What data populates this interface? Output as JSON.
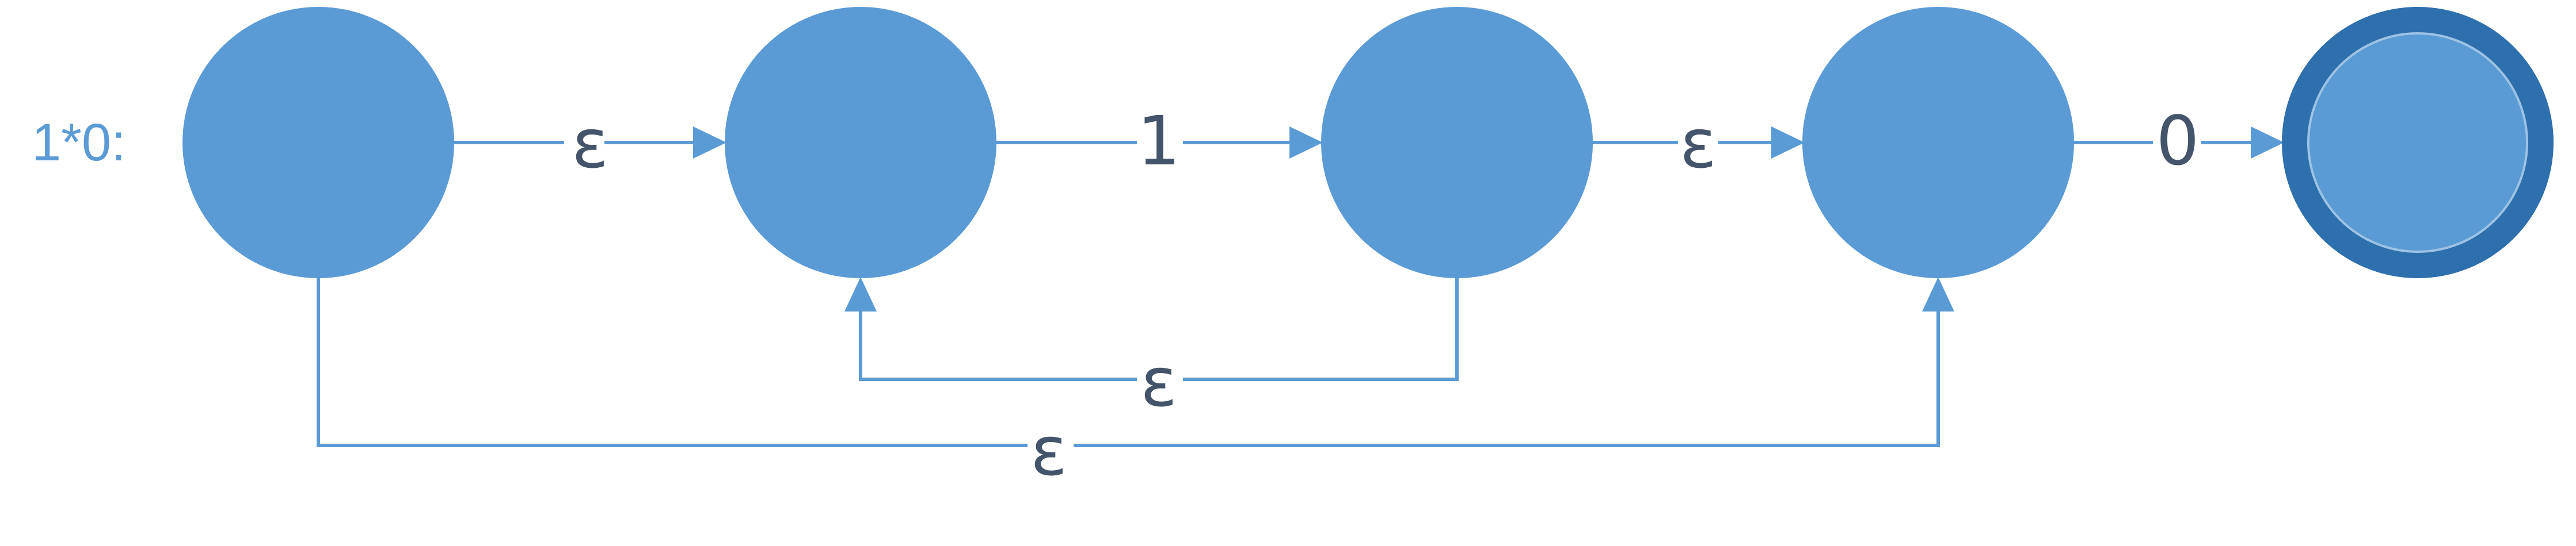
{
  "diagram": {
    "regex_label": "1*0:",
    "states": [
      {
        "id": "s0",
        "final": false
      },
      {
        "id": "s1",
        "final": false
      },
      {
        "id": "s2",
        "final": false
      },
      {
        "id": "s3",
        "final": false
      },
      {
        "id": "s4",
        "final": true
      }
    ],
    "transitions": [
      {
        "from": "s0",
        "to": "s1",
        "label": "ε"
      },
      {
        "from": "s1",
        "to": "s2",
        "label": "1"
      },
      {
        "from": "s2",
        "to": "s3",
        "label": "ε"
      },
      {
        "from": "s3",
        "to": "s4",
        "label": "0"
      },
      {
        "from": "s2",
        "to": "s1",
        "label": "ε"
      },
      {
        "from": "s0",
        "to": "s3",
        "label": "ε"
      }
    ],
    "colors": {
      "state_fill": "#5b9bd5",
      "final_ring": "#2e6fad",
      "edge": "#5b9bd5",
      "label_text": "#44546a",
      "regex_text": "#5b9bd5"
    }
  }
}
